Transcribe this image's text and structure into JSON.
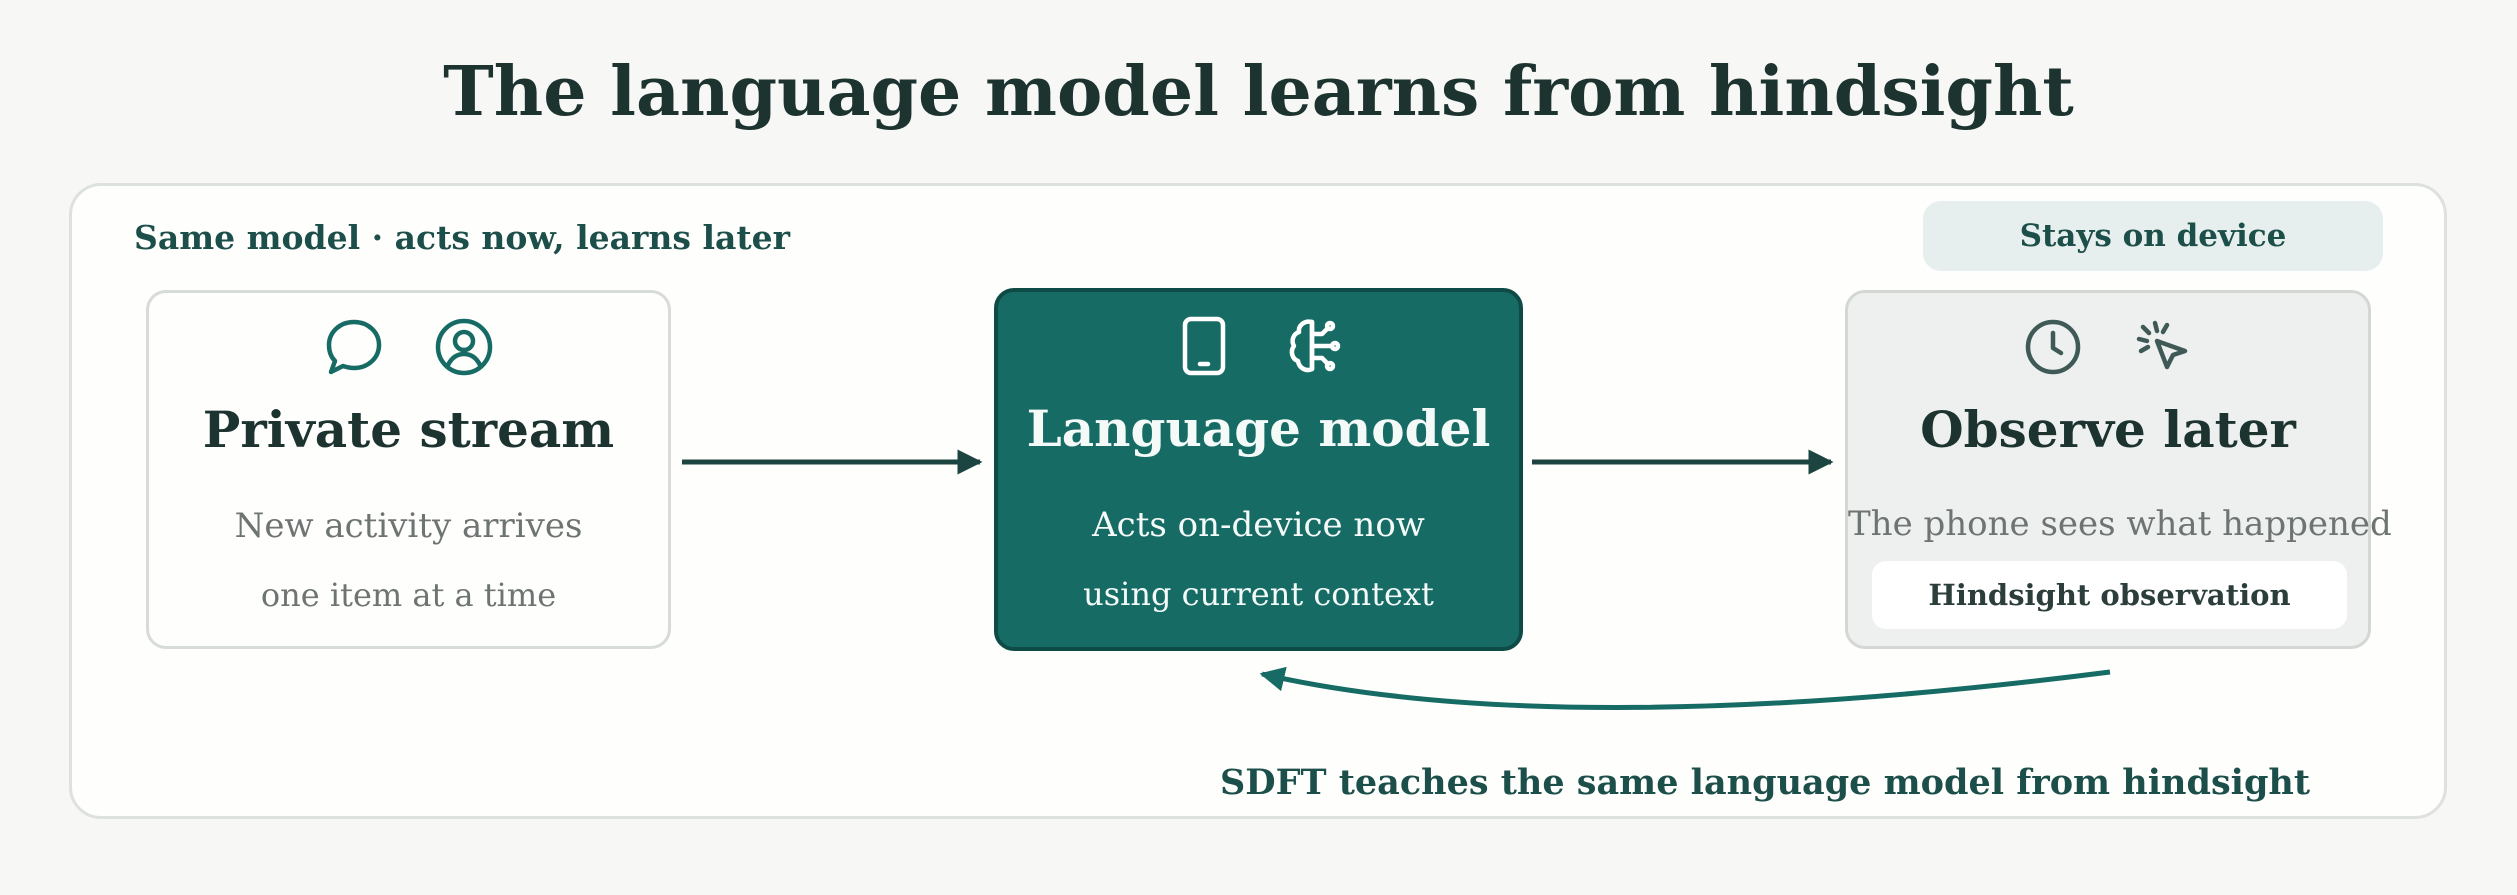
{
  "title": "The language model learns from hindsight",
  "frame": {
    "label": "Same model · acts now, learns later"
  },
  "badge": {
    "label": "Stays on device"
  },
  "nodes": {
    "private_stream": {
      "title": "Private stream",
      "line1": "New activity arrives",
      "line2": "one item at a time",
      "icons": [
        "chat-bubble-icon",
        "user-circle-icon"
      ]
    },
    "language_model": {
      "title": "Language model",
      "line1": "Acts on-device now",
      "line2": "using current context",
      "icons": [
        "tablet-icon",
        "brain-icon"
      ]
    },
    "observe_later": {
      "title": "Observe later",
      "line1": "The phone sees what happened",
      "chip": "Hindsight observation",
      "icons": [
        "clock-icon",
        "cursor-click-icon"
      ]
    }
  },
  "feedback_label": "SDFT teaches the same language model from hindsight",
  "colors": {
    "accent": "#176b65",
    "accent_dark": "#0f4b46",
    "text_dark": "#1c3330",
    "text_muted": "#6d7472",
    "label_teal": "#1d4f4a",
    "badge_bg": "#e6efed",
    "frame_border": "#dde2df",
    "background": "#f7f7f5"
  }
}
